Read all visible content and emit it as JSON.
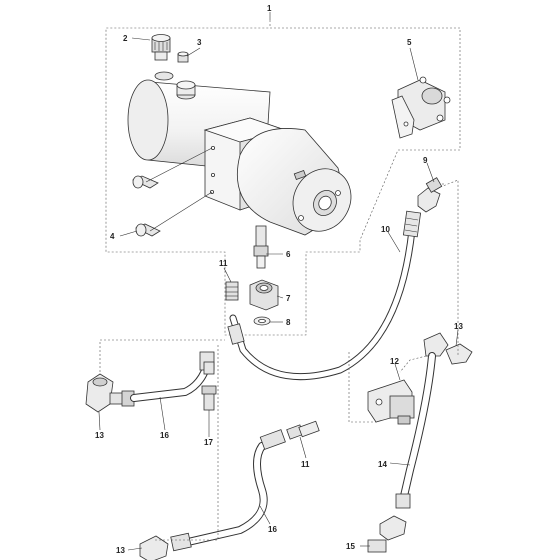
{
  "callouts": {
    "c1": "1",
    "c2": "2",
    "c3": "3",
    "c4": "4",
    "c5": "5",
    "c6": "6",
    "c7": "7",
    "c8": "8",
    "c9": "9",
    "c10": "10",
    "c11a": "11",
    "c11b": "11",
    "c12": "12",
    "c13a": "13",
    "c13b": "13",
    "c13c": "13",
    "c14": "14",
    "c15": "15",
    "c16a": "16",
    "c16b": "16",
    "c17": "17"
  },
  "colors": {
    "line": "#333333",
    "part_fill": "#f4f4f4",
    "part_shade": "#dcdcdc",
    "hose_outer": "#333333",
    "hose_inner": "#ffffff"
  },
  "icons": [
    "pump-motor-assembly",
    "hydraulic-hose",
    "elbow-fitting",
    "solenoid-relay",
    "valve-block"
  ]
}
